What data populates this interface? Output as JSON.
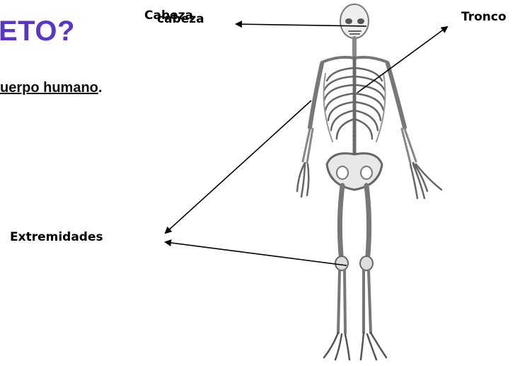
{
  "heading": {
    "title_fragment": "ETO?",
    "subtitle_fragment_underlined": "uerpo humano",
    "subtitle_fragment_tail": "."
  },
  "labels": {
    "cabeza_overlay": "Cabeza",
    "cabeza": "cabeza",
    "tronco": "Tronco",
    "extremidades": "Extremidades"
  },
  "colors": {
    "title": "#5a35c9",
    "text": "#000000",
    "skeleton": "#4a4a4a"
  },
  "figure": {
    "image": "skeleton-human-front-view"
  }
}
